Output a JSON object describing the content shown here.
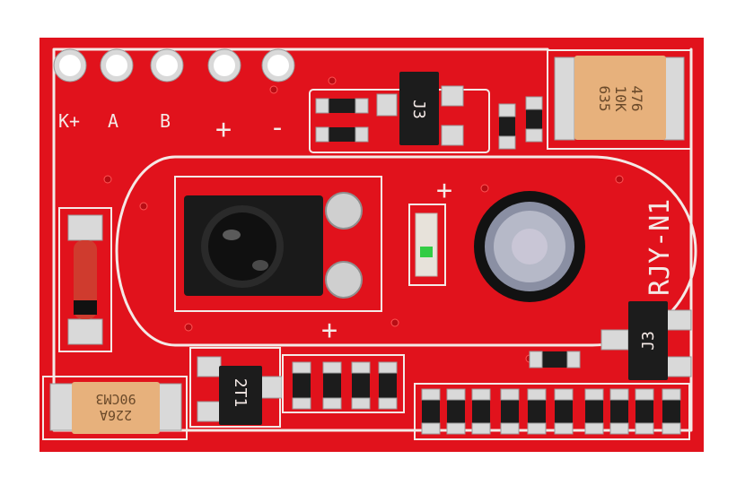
{
  "board": {
    "model": "RJY-N1",
    "colors": {
      "pcb": "#e1121c",
      "silkscreen": "#f4e9e6",
      "pad": "#d9d9d9",
      "component": "#1c1c1c",
      "tantalum": "#e7b17c"
    }
  },
  "pins": {
    "labels": [
      "K+",
      "A",
      "B",
      "+",
      "-"
    ]
  },
  "silkscreen": {
    "plus_top": "+",
    "plus_center": "+",
    "plus_bottom": "+"
  },
  "transistors": {
    "top": "J3",
    "right": "J3",
    "bottom": "2T1"
  },
  "capacitors": {
    "top_right": {
      "line1": "476",
      "line2": "10K",
      "line3": "635"
    },
    "bottom_left": {
      "line1": "226A",
      "line2": "90CM3"
    }
  }
}
